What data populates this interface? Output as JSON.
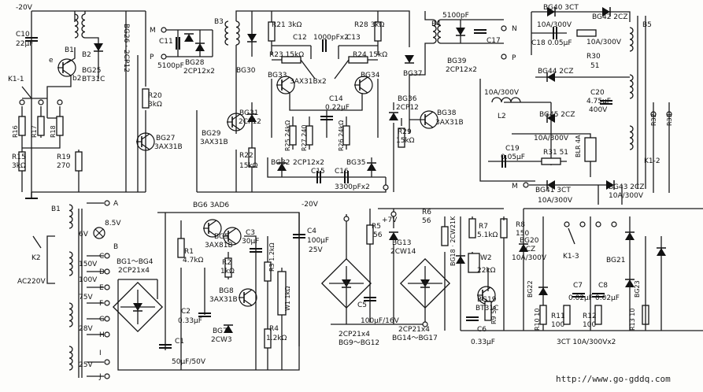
{
  "footer": {
    "url": "http://www.go-gddq.com"
  },
  "labels": {
    "v_neg20_top": "-20V",
    "c10": "C10",
    "c10_val": "22μF",
    "b2": "B2",
    "b1": "B1",
    "b2_pin": "b2",
    "e_pin": "e",
    "bg25": "BG25",
    "bg25_type": "BT31C",
    "bg26": "BG26 · 2CP12",
    "k1_1": "K1-1",
    "r16": "R16",
    "r17": "R17",
    "r18": "R18",
    "r15": "R15",
    "r15_val": "3kΩ",
    "r19": "R19",
    "r19_val": "270",
    "m_left": "M",
    "p_left": "P",
    "c11": "C11",
    "c11_val": "5100pF",
    "bg28": "BG28",
    "bg28_type": "2CP12x2",
    "b3": "B3",
    "bg30": "BG30",
    "r20": "R20",
    "r20_val": "3kΩ",
    "bg27": "BG27",
    "bg27_type": "3AX31B",
    "bg29": "BG29",
    "bg29_type": "3AX31B",
    "bg31": "BG31",
    "bg31_type": "2CP12",
    "r22": "R22",
    "r22_val": "15kΩ",
    "r21": "R21 3kΩ",
    "r28": "R28 3kΩ",
    "c12": "C12",
    "c12_val": "1000pFx2",
    "c13": "C13",
    "r23": "R23 15kΩ",
    "r24": "R24 15kΩ",
    "bg33": "BG33",
    "bg33_type": "3AX31Bx2",
    "bg34": "BG34",
    "c14": "C14",
    "c14_val": "0.22μF",
    "r25": "R25 24kΩ",
    "r27": "R27 240",
    "r26": "R26 24kΩ",
    "bg32": "BG32",
    "bg32_type": "2CP12x2",
    "bg35": "BG35",
    "c15": "C15",
    "c16": "C16",
    "c15_val": "3300pFx2",
    "b4": "B4",
    "bg37": "BG37",
    "bg36": "BG36",
    "bg36_type": "2CP12",
    "r29": "R29",
    "r29_val": "15kΩ",
    "bg38": "BG38",
    "bg38_type": "3AX31B",
    "c17_val": "5100pF",
    "c17": "C17",
    "bg39": "BG39",
    "bg39_type": "2CP12x2",
    "n_right": "N",
    "p_right": "P",
    "bg40": "BG40 3CT",
    "bg40_val": "10A/300V",
    "bg42": "BG42 2CZ",
    "bg42_val": "10A/300V",
    "c18": "C18 0.05μF",
    "r30": "R30",
    "r30_val": "51",
    "b5": "B5",
    "bg44": "BG44 2CZ",
    "bg44_val": "10A/300V",
    "c20": "C20",
    "c20_val": "4.75μF",
    "c20_v": "400V",
    "l2": "L2",
    "bg45": "BG45 2CZ",
    "bg45_val": "10A/300V",
    "c19": "C19",
    "c19_val": "0.05μF",
    "r31": "R31 51",
    "fuse": "BLR 4A",
    "m_right": "M",
    "bg41": "BG41 3CT",
    "bg41_val": "10A/300V",
    "bg43": "BG43 2CZ",
    "bg43_val": "10A/300V",
    "r32": "R32",
    "r33": "R33",
    "k1_2": "K1-2",
    "tap_a": "A",
    "tap_b": "B",
    "tap_c": "C",
    "tap_d": "D",
    "tap_e": "E",
    "tap_f": "F",
    "tap_g": "G",
    "tap_h": "H",
    "tap_i": "I",
    "tap_j": "J",
    "v8_5": "8.5V",
    "v6": "6V",
    "v150": "150V",
    "v100": "100V",
    "v75": "75V",
    "v28": "28V",
    "v25": "25V",
    "k2": "K2",
    "ac220": "AC220V",
    "bg1_4": "BG1～BG4",
    "bg1_4_type": "2CP21x4",
    "c1": "C1",
    "c1_val": "50μF/50V",
    "bg6": "BG6 3AD6",
    "r1": "R1",
    "r1_val": "4.7kΩ",
    "bg5": "BG5",
    "bg5_type": "3AX81B",
    "c3": "C3",
    "c3_val": "30μF",
    "r2": "R2",
    "r2_val": "1kΩ",
    "r3": "R3 1.2kΩ",
    "c2": "C2",
    "c2_val": "0.33μF",
    "bg8": "BG8",
    "bg8_type": "3AX31B",
    "w1": "W1 1kΩ",
    "bg7": "BG7",
    "bg7_type": "2CW3",
    "r4": "R4",
    "r4_val": "1.2kΩ",
    "v_neg20": "-20V",
    "c4": "C4",
    "c4_val": "100μF",
    "c4_v": "25V",
    "r5": "R5",
    "r5_val": "56",
    "v_plus7": "+7V",
    "bg13": "BG13",
    "bg13_type": "2CW14",
    "r6": "R6",
    "r6_val": "56",
    "bg18": "BG18 · 2CW21K",
    "bg9_12": "BG9～BG12",
    "bg9_12_type": "2CP21x4",
    "c5": "C5",
    "c5_val": "100μF/16V",
    "bg14_17": "BG14～BG17",
    "bg14_17_type": "2CP21x4",
    "r7": "R7",
    "r7_val": "5.1kΩ",
    "w2": "W2",
    "w2_val": "22kΩ",
    "r8": "R8",
    "r8_val": "150",
    "bg19": "BG19",
    "bg19_type": "BT31C",
    "r9": "R9 56",
    "c6": "C6",
    "c6_val": "0.33μF",
    "bg20": "BG20",
    "bg20_type": "2CZ",
    "bg20_val": "10A/300V",
    "k1_3": "K1-3",
    "bg22": "BG22",
    "c7": "C7",
    "c7_val": "0.02μF",
    "c8": "C8",
    "c8_val": "0.02μF",
    "bg21": "BG21",
    "bg23": "BG23",
    "r10": "R10 10",
    "r11": "R11",
    "r11_val": "100",
    "r12": "R12",
    "r12_val": "100",
    "r13": "R13 10",
    "bottom_3ct": "3CT 10A/300Vx2"
  }
}
